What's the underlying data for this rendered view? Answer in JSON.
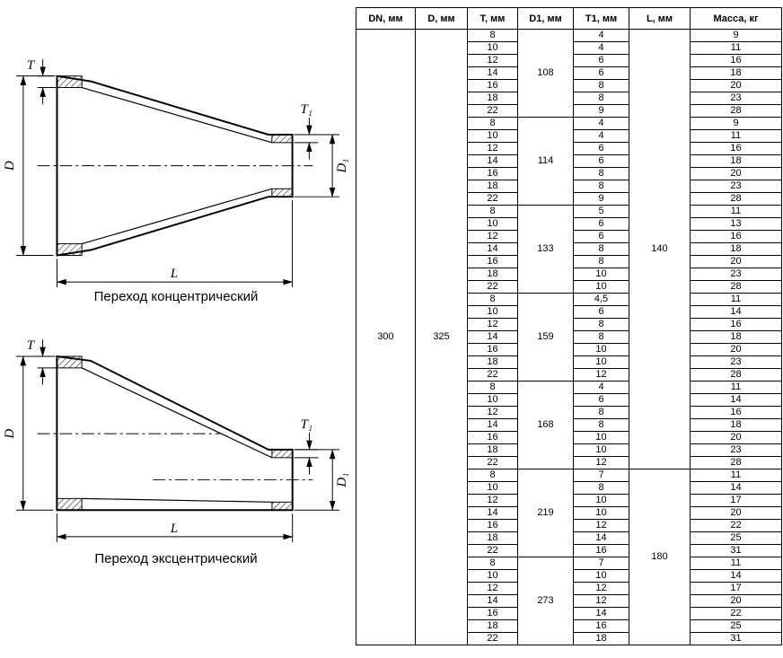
{
  "diagrams": {
    "concentric": {
      "caption": "Переход концентрический",
      "labels": {
        "T": "T",
        "T1": "T₁",
        "D": "D",
        "D1": "D₁",
        "L": "L"
      }
    },
    "eccentric": {
      "caption": "Переход эксцентрический",
      "labels": {
        "T": "T",
        "T1": "T₁",
        "D": "D",
        "D1": "D₁",
        "L": "L"
      }
    }
  },
  "table": {
    "headers": [
      "DN, мм",
      "D, мм",
      "T, мм",
      "D1, мм",
      "T1, мм",
      "L, мм",
      "Масса, кг"
    ],
    "dn": "300",
    "d": "325",
    "l_groups": [
      {
        "value": "140",
        "group_count": 5
      },
      {
        "value": "180",
        "group_count": 2
      }
    ],
    "groups": [
      {
        "d1": "108",
        "rows": [
          [
            "8",
            "4",
            "9"
          ],
          [
            "10",
            "4",
            "11"
          ],
          [
            "12",
            "6",
            "16"
          ],
          [
            "14",
            "6",
            "18"
          ],
          [
            "16",
            "8",
            "20"
          ],
          [
            "18",
            "8",
            "23"
          ],
          [
            "22",
            "9",
            "28"
          ]
        ]
      },
      {
        "d1": "114",
        "rows": [
          [
            "8",
            "4",
            "9"
          ],
          [
            "10",
            "4",
            "11"
          ],
          [
            "12",
            "6",
            "16"
          ],
          [
            "14",
            "6",
            "18"
          ],
          [
            "16",
            "8",
            "20"
          ],
          [
            "18",
            "8",
            "23"
          ],
          [
            "22",
            "9",
            "28"
          ]
        ]
      },
      {
        "d1": "133",
        "rows": [
          [
            "8",
            "5",
            "11"
          ],
          [
            "10",
            "6",
            "13"
          ],
          [
            "12",
            "6",
            "16"
          ],
          [
            "14",
            "8",
            "18"
          ],
          [
            "16",
            "8",
            "20"
          ],
          [
            "18",
            "10",
            "23"
          ],
          [
            "22",
            "10",
            "28"
          ]
        ]
      },
      {
        "d1": "159",
        "rows": [
          [
            "8",
            "4,5",
            "11"
          ],
          [
            "10",
            "6",
            "14"
          ],
          [
            "12",
            "8",
            "16"
          ],
          [
            "14",
            "8",
            "18"
          ],
          [
            "16",
            "10",
            "20"
          ],
          [
            "18",
            "10",
            "23"
          ],
          [
            "22",
            "12",
            "28"
          ]
        ]
      },
      {
        "d1": "168",
        "rows": [
          [
            "8",
            "4",
            "11"
          ],
          [
            "10",
            "6",
            "14"
          ],
          [
            "12",
            "8",
            "16"
          ],
          [
            "14",
            "8",
            "18"
          ],
          [
            "16",
            "10",
            "20"
          ],
          [
            "18",
            "10",
            "23"
          ],
          [
            "22",
            "12",
            "28"
          ]
        ]
      },
      {
        "d1": "219",
        "rows": [
          [
            "8",
            "7",
            "11"
          ],
          [
            "10",
            "8",
            "14"
          ],
          [
            "12",
            "10",
            "17"
          ],
          [
            "14",
            "10",
            "20"
          ],
          [
            "16",
            "12",
            "22"
          ],
          [
            "18",
            "14",
            "25"
          ],
          [
            "22",
            "16",
            "31"
          ]
        ]
      },
      {
        "d1": "273",
        "rows": [
          [
            "8",
            "7",
            "11"
          ],
          [
            "10",
            "10",
            "14"
          ],
          [
            "12",
            "12",
            "17"
          ],
          [
            "14",
            "12",
            "20"
          ],
          [
            "16",
            "14",
            "22"
          ],
          [
            "18",
            "16",
            "25"
          ],
          [
            "22",
            "18",
            "31"
          ]
        ]
      }
    ]
  }
}
